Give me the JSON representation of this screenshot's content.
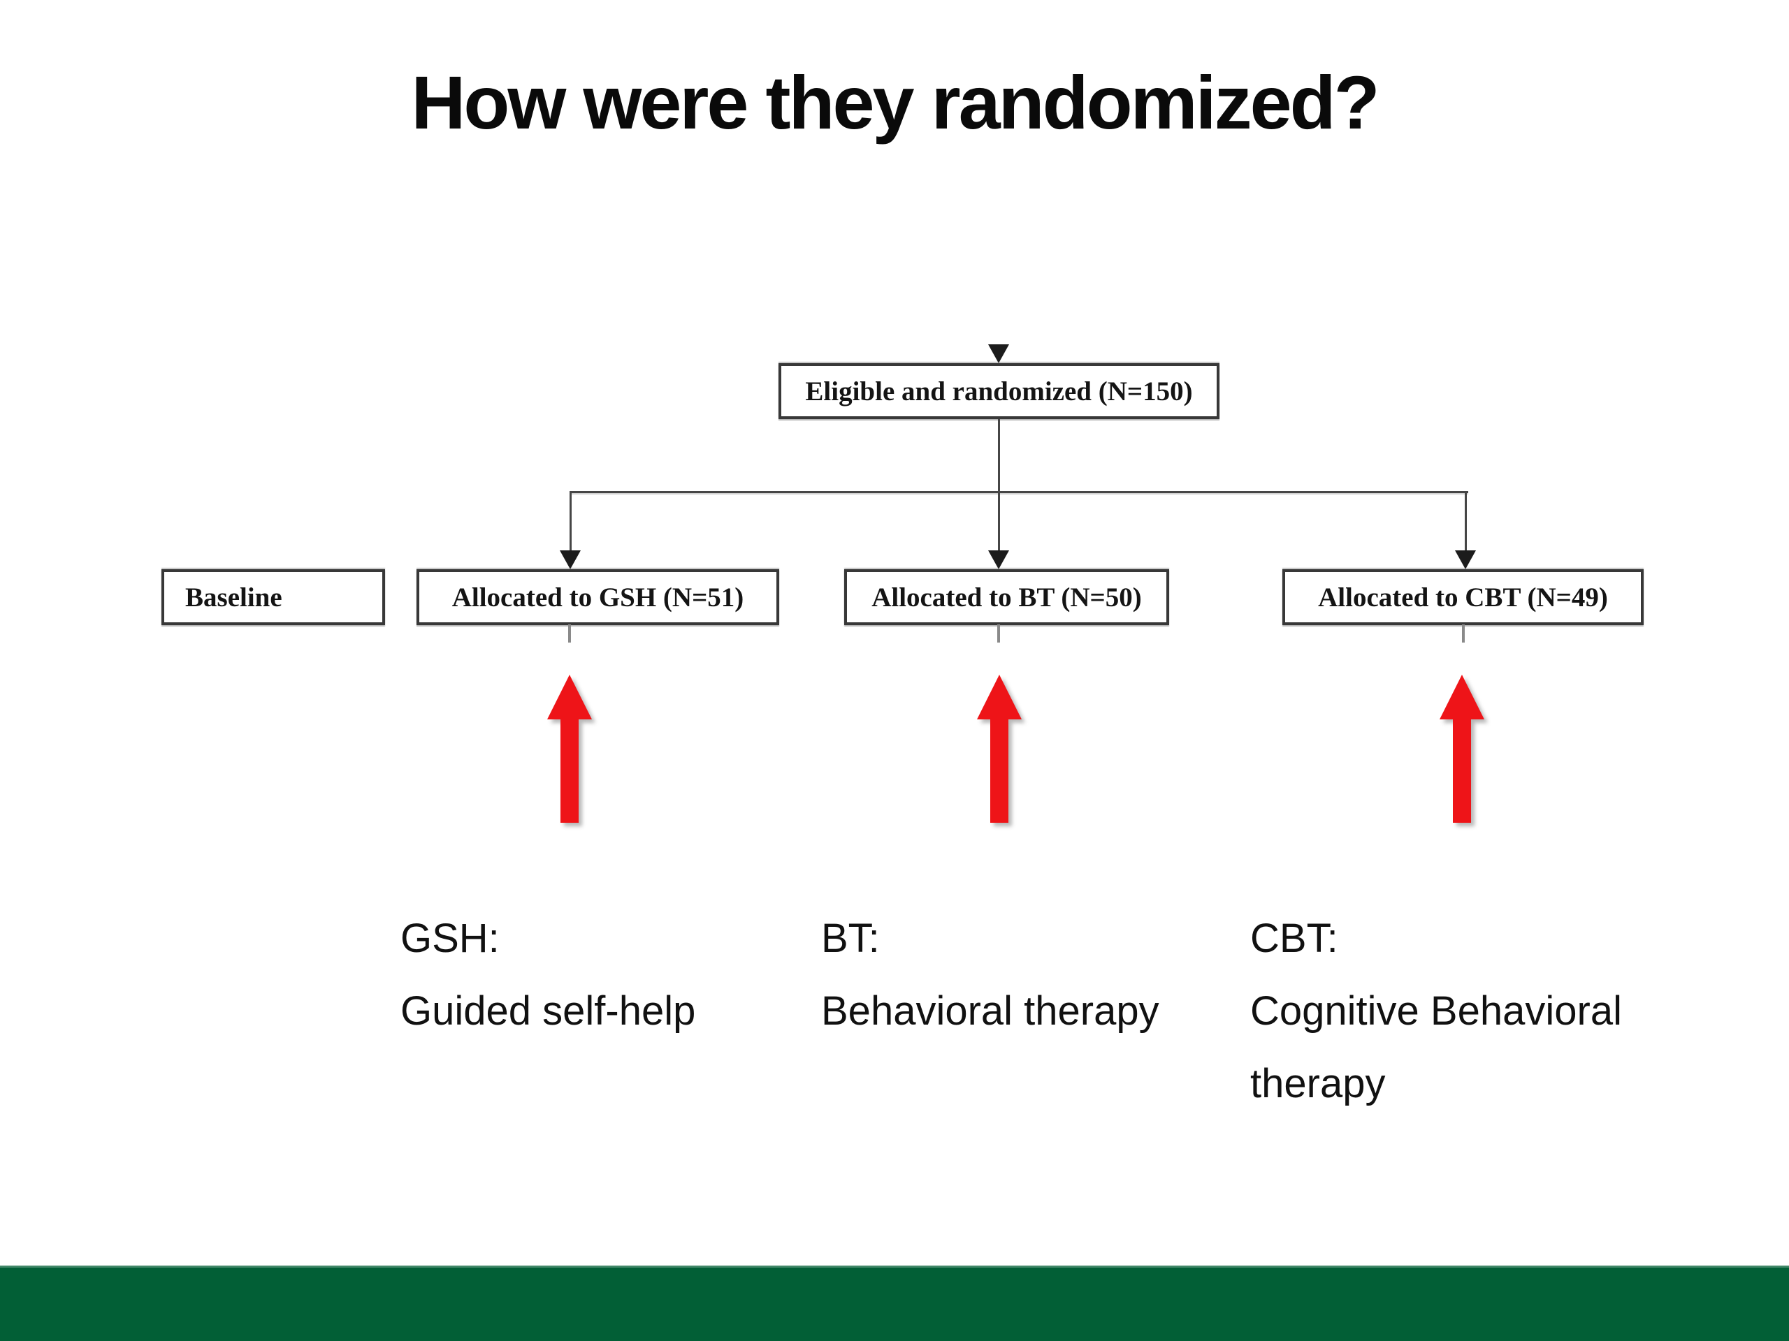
{
  "slide": {
    "title": "How were they randomized?"
  },
  "flowchart": {
    "entry_box": {
      "label": "Eligible and randomized (N=150)"
    },
    "baseline_box": {
      "label": "Baseline"
    },
    "allocation_boxes": [
      {
        "label": "Allocated to GSH (N=51)",
        "n": 51
      },
      {
        "label": "Allocated to BT (N=50)",
        "n": 50
      },
      {
        "label": "Allocated to CBT (N=49)",
        "n": 49
      }
    ],
    "total_randomized": 150
  },
  "legend": {
    "items": [
      {
        "abbr": "GSH:",
        "name": "Guided self-help"
      },
      {
        "abbr": "BT:",
        "name": "Behavioral therapy"
      },
      {
        "abbr": "CBT:",
        "name": "Cognitive Behavioral therapy"
      }
    ]
  },
  "icons": {
    "connector_arrowhead": "down-arrowhead-icon",
    "highlight_arrow": "red-up-arrow-icon"
  },
  "colors": {
    "highlight_arrow_red": "#ee1418",
    "connector_gray": "#464646",
    "box_border_gray": "#383838",
    "tick_gray": "#8a8a8a",
    "footer_green": "#025f36",
    "background": "#ffffff"
  }
}
